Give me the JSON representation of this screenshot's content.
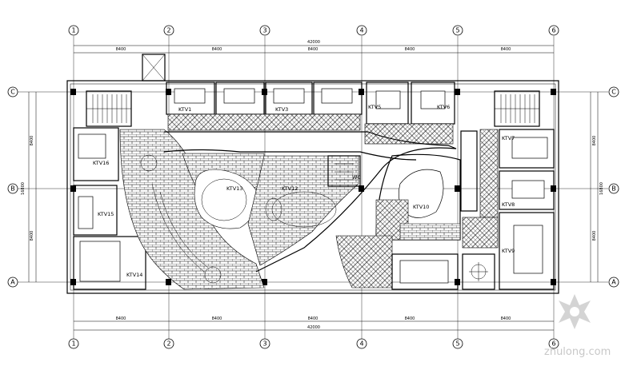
{
  "axes": {
    "columns": [
      "1",
      "2",
      "3",
      "4",
      "5",
      "6"
    ],
    "rows": [
      "C",
      "B",
      "A"
    ]
  },
  "dimensions": {
    "top_spans": [
      "8400",
      "8400",
      "8400",
      "8400",
      "8400"
    ],
    "top_total": "42000",
    "bottom_spans": [
      "8400",
      "8400",
      "8400",
      "8400",
      "8400"
    ],
    "bottom_total": "42000",
    "left_spans": [
      "8400",
      "8400"
    ],
    "left_total": "16800",
    "right_spans": [
      "8400",
      "8400"
    ],
    "right_total": "16800"
  },
  "rooms": {
    "ktv1": "KTV1",
    "ktv3": "KTV3",
    "ktv5": "KTV5",
    "ktv6": "KTV6",
    "ktv7": "KTV7",
    "ktv8": "KTV8",
    "ktv9": "KTV9",
    "ktv10": "KTV10",
    "ktv12": "KTV12",
    "ktv13": "KTV13",
    "ktv14": "KTV14",
    "ktv15": "KTV15",
    "ktv16": "KTV16",
    "wc": "WC"
  },
  "watermark": "zhulong.com"
}
